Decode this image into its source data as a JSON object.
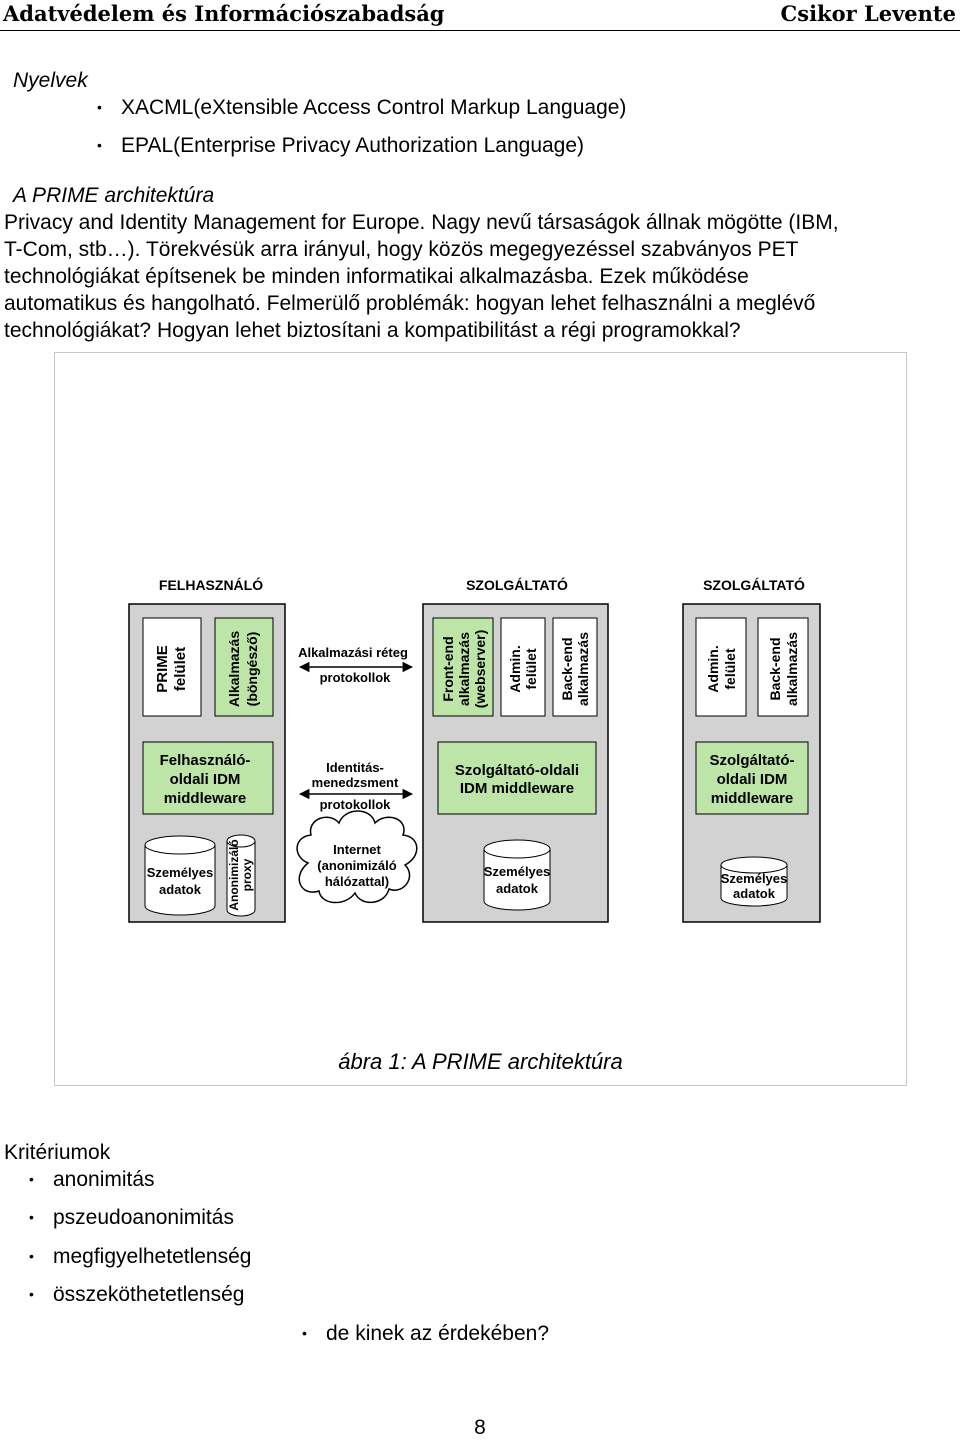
{
  "header": {
    "left": "Adatvédelem és Információszabadság",
    "right": "Csikor Levente"
  },
  "languages": {
    "heading": "Nyelvek",
    "items": [
      "XACML(eXtensible Access Control Markup Language)",
      "EPAL(Enterprise Privacy Authorization Language)"
    ]
  },
  "prime": {
    "heading": "A PRIME architektúra",
    "paragraph_lines": [
      "Privacy and Identity Management for Europe. Nagy nevű társaságok állnak mögötte (IBM,",
      "T-Com, stb…). Törekvésük arra irányul, hogy közös megegyezéssel szabványos PET",
      "technológiákat építsenek be minden informatikai alkalmazásba. Ezek működése",
      "automatikus és hangolható. Felmerülő problémák: hogyan lehet felhasználni a meglévő",
      "technológiákat? Hogyan lehet biztosítani a kompatibilitást a régi programokkal?"
    ]
  },
  "figure": {
    "caption": "ábra 1:  A PRIME architektúra",
    "columns": {
      "user": "FELHASZNÁLÓ",
      "provider1": "SZOLGÁLTATÓ",
      "provider2": "SZOLGÁLTATÓ"
    },
    "user": {
      "prime_ui": [
        "PRIME",
        "felület"
      ],
      "app": [
        "Alkalmazás",
        "(böngésző)"
      ],
      "idm": [
        "Felhasználó-",
        "oldali IDM",
        "middleware"
      ],
      "personal_data": [
        "Személyes",
        "adatok"
      ],
      "proxy": [
        "Anonimizáló",
        "proxy"
      ]
    },
    "middle": {
      "app_layer": [
        "Alkalmazási réteg",
        "protokollok"
      ],
      "idm_protocols": [
        "Identitás-",
        "menedzsment",
        "protokollok"
      ],
      "internet": [
        "Internet",
        "(anonimizáló",
        "hálózattal)"
      ]
    },
    "provider1": {
      "frontend": [
        "Front-end",
        "alkalmazás",
        "(webserver)"
      ],
      "admin": [
        "Admin.",
        "felület"
      ],
      "backend": [
        "Back-end",
        "alkalmazás"
      ],
      "idm": [
        "Szolgáltató-oldali",
        "IDM middleware"
      ],
      "personal_data": [
        "Személyes",
        "adatok"
      ]
    },
    "provider2": {
      "admin": [
        "Admin.",
        "felület"
      ],
      "backend": [
        "Back-end",
        "alkalmazás"
      ],
      "idm": [
        "Szolgáltató-",
        "oldali IDM",
        "middleware"
      ],
      "personal_data": [
        "Személyes",
        "adatok"
      ]
    },
    "colors": {
      "green": "#bde5a8",
      "gray": "#d2d2d2",
      "white": "#ffffff"
    }
  },
  "criteria": {
    "heading": "Kritériumok",
    "items": [
      "anonimitás",
      "pszeudoanonimitás",
      "megfigyelhetetlenség",
      "összeköthetetlenség"
    ],
    "sub_item": "de kinek az érdekében?"
  },
  "page_number": "8"
}
